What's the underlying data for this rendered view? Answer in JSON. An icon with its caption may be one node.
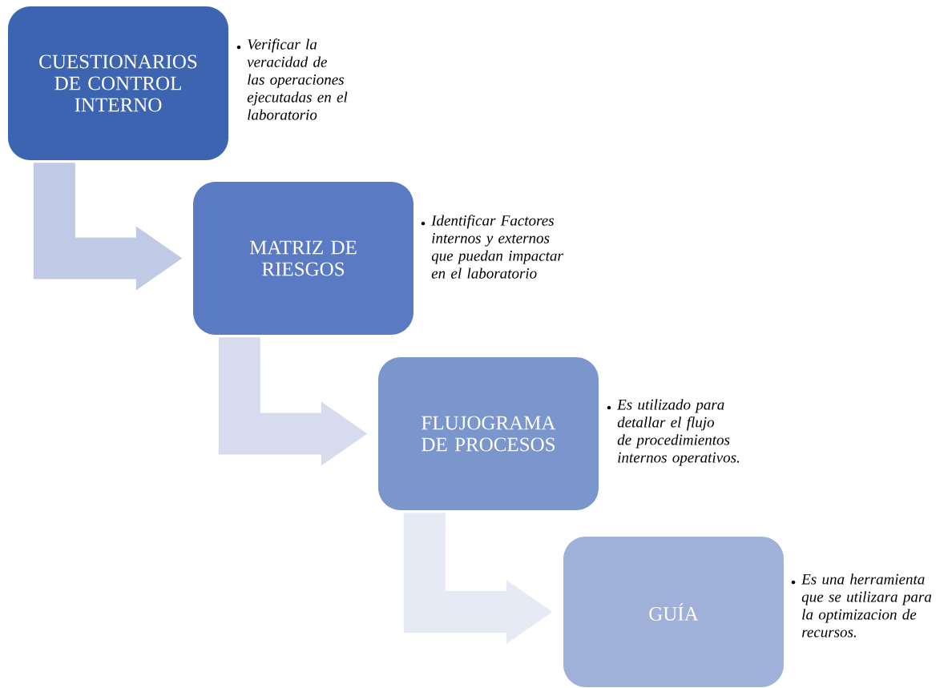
{
  "diagram": {
    "nodes": [
      {
        "text": [
          "CUESTIONARIOS DE CONTROL INTERNO"
        ],
        "beside": [
          "Verificar la veracidad de las operaciones ejecutadas en el laboratorio"
        ]
      },
      {
        "text": [
          "MATRIZ DE RIESGOS"
        ],
        "beside": [
          "Identificar Factores internos y externos que puedan impactar en el laboratorio"
        ]
      },
      {
        "text": [
          "FLUJOGRAMA DE PROCESOS"
        ],
        "beside": [
          "Es utilizado para detallar el flujo de procedimientos internos operativos."
        ]
      },
      {
        "text": [
          "GUÍA"
        ],
        "beside": [
          "Es una herramienta que se utilizara para la optimizacion de recursos."
        ]
      }
    ],
    "edges": [
      {
        "from": 0,
        "to": 1,
        "arrow": "to"
      },
      {
        "from": 1,
        "to": 2,
        "arrow": "to"
      },
      {
        "from": 2,
        "to": 3,
        "arrow": "to"
      }
    ]
  }
}
